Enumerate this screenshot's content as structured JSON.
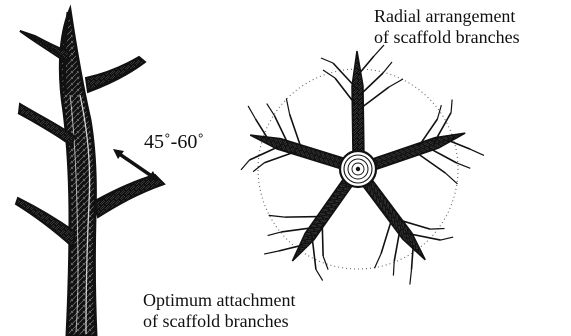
{
  "diagram": {
    "angle_label": "45˚-60˚",
    "radial_caption": {
      "line1": "Radial arrangement",
      "line2": "of scaffold branches"
    },
    "optimum_caption": {
      "line1": "Optimum attachment",
      "line2": "of scaffold branches"
    }
  },
  "style": {
    "ink": "#111111",
    "paper": "#ffffff"
  }
}
